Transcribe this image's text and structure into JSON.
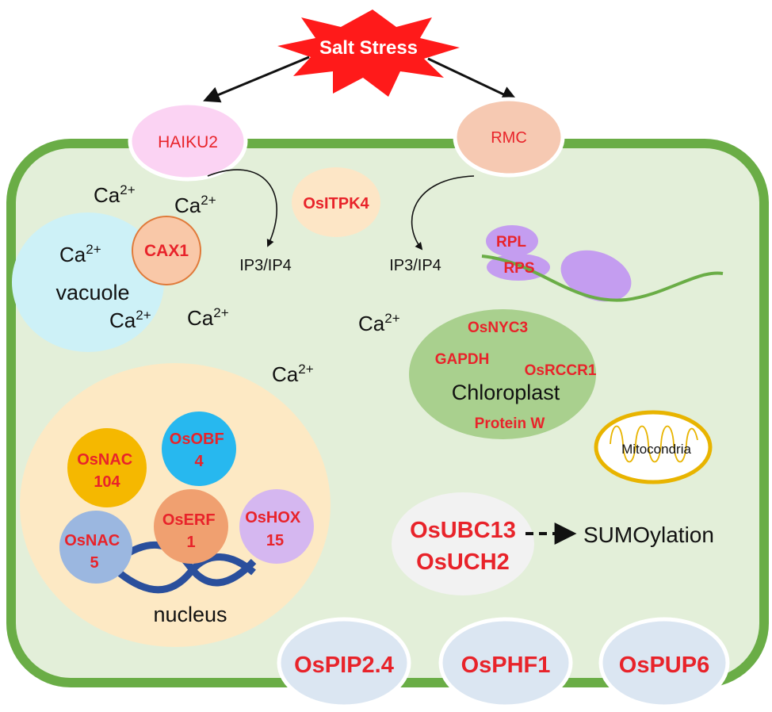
{
  "title": "Salt Stress",
  "receptors": {
    "left": "HAIKU2",
    "right": "RMC"
  },
  "messengers": {
    "ip_left": "IP3/IP4",
    "ip_right": "IP3/IP4",
    "ca": "Ca",
    "ca_sup": "2+"
  },
  "proteins": {
    "itpk": "OsITPK4",
    "cax": "CAX1",
    "rpl": "RPL",
    "rps": "RPS",
    "nyc3": "OsNYC3",
    "gapdh": "GAPDH",
    "rccr1": "OsRCCR1",
    "protein_w": "Protein W",
    "ubc13": "OsUBC13",
    "uch2": "OsUCH2"
  },
  "organelles": {
    "vacuole": "vacuole",
    "chloroplast": "Chloroplast",
    "mitochondria": "Mitocondria",
    "nucleus": "nucleus"
  },
  "transcription_factors": {
    "nac104": [
      "OsNAC",
      "104"
    ],
    "obf4": [
      "OsOBF",
      "4"
    ],
    "nac5": [
      "OsNAC",
      "5"
    ],
    "erf1": [
      "OsERF",
      "1"
    ],
    "hox15": [
      "OsHOX",
      "15"
    ]
  },
  "process": "SUMOylation",
  "membrane_proteins": [
    "OsPIP2.4",
    "OsPHF1",
    "OsPUP6"
  ],
  "colors": {
    "cell_wall": "#6aad46",
    "cytoplasm": "#e3efd9",
    "burst": "#ff1a1a",
    "label_red": "#e8232a",
    "haiku2": "#fbd3f3",
    "rmc": "#f6c9b2",
    "itpk": "#fde6c6",
    "vacuole": "#cdf1f7",
    "cax1": "#f9c8a8",
    "nucleus": "#fde9c4",
    "chloroplast": "#a9d08e",
    "ribosome": "#c49df0",
    "membrane_protein": "#dbe6f2"
  }
}
